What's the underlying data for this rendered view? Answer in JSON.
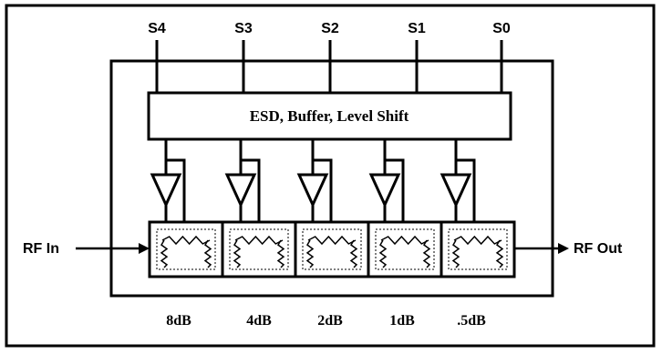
{
  "control_inputs": [
    "S4",
    "S3",
    "S2",
    "S1",
    "S0"
  ],
  "logic_block_label": "ESD, Buffer, Level Shift",
  "rf_input_label": "RF In",
  "rf_output_label": "RF Out",
  "attenuator_steps": [
    "8dB",
    "4dB",
    "2dB",
    "1dB",
    ".5dB"
  ],
  "colors": {
    "line": "#000000",
    "background": "#ffffff"
  }
}
